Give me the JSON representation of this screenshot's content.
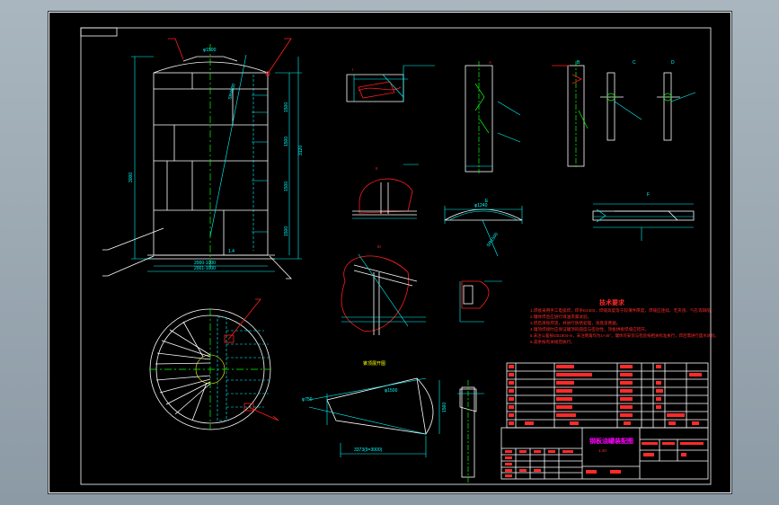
{
  "drawing": {
    "dim_top_diameter": "φ1500",
    "dim_dome_radius": "SR4600",
    "dim_height": "3000",
    "dim_right_total": "3120",
    "dim_segments": [
      "1500",
      "1500",
      "1500",
      "1500"
    ],
    "dim_bottom_1": "2000-1000",
    "dim_bottom_2": "2001-1000",
    "dim_bottom_small": "1.4",
    "dim_dish_width": "φ1240",
    "dim_dish_radius": "SR1500",
    "dim_cone_left": "φ750",
    "dim_cone_right": "φ1500",
    "dim_cone_side": "1560",
    "dim_cone_bottom": "3373(9=3000)",
    "label_cone_development": "锥顶展开图",
    "section_labels": [
      "A",
      "B",
      "C",
      "D",
      "E",
      "F",
      "I",
      "II",
      "III"
    ],
    "tech_title": "技术要求",
    "tech_notes": [
      "1.焊接采用手工电弧焊，焊条E4303，焊缝高度等于较薄件厚度，焊缝应连续、无夹渣、气孔等缺陷。",
      "2.罐体焊后应进行煤油渗漏试验。",
      "3.焊后清除焊渣，并进行防锈处理，涂底漆两遍。",
      "4.罐顶焊接时应保证罐顶的圆度与密封性，顶板拼接焊缝应错开。",
      "5.未注公差按GB1804-m，未注倒角均为1×45°，罐体的安装与检验按相关标准执行，焊后需进行盛水试验。",
      "6.其余按有关规范执行。"
    ],
    "title_block_name": "钢板油罐装配图",
    "title_block_scale": "1:20"
  }
}
